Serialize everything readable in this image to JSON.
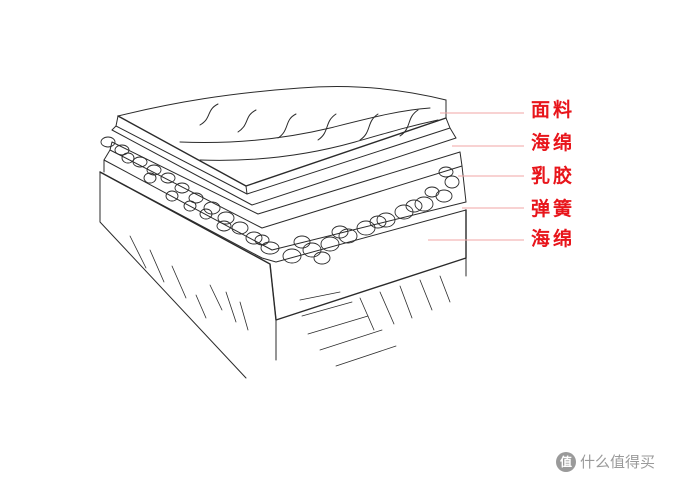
{
  "labels": [
    "面料",
    "海绵",
    "乳胶",
    "弹簧",
    "海绵"
  ],
  "watermark": {
    "text": "什么值得买",
    "badge": "值"
  },
  "colors": {
    "label": "#e8151b",
    "leader": "#f2a6a6",
    "sketch": "#2b2b2b",
    "watermark": "#9a9a9a"
  }
}
